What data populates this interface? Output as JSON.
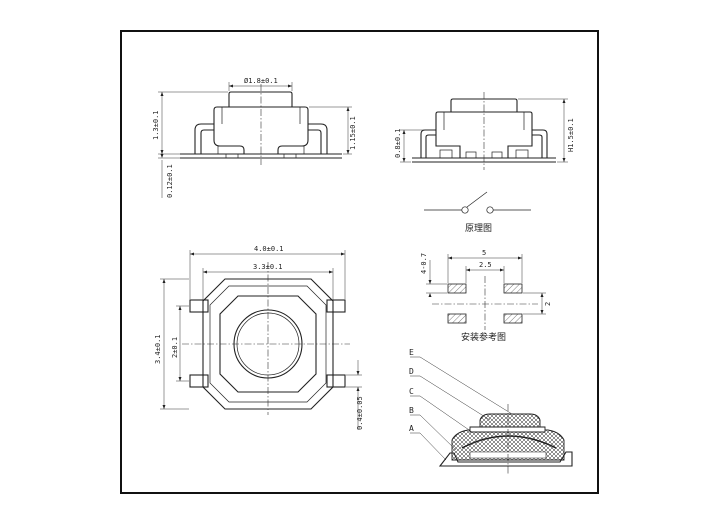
{
  "dimensions": {
    "side_button_dia": "Ø1.8±0.1",
    "side_total_height": "1.3±0.1",
    "side_body_height": "1.15±0.1",
    "side_terminal_thickness": "0.12±0.1",
    "right_body_height": "0.8±0.1",
    "right_total_height": "H1.5±0.1",
    "top_width": "4.0±0.1",
    "top_inner_width": "3.3±0.1",
    "top_height": "3.4±0.1",
    "top_pin_pitch": "2±0.1",
    "top_pin_width": "0.4±0.05",
    "pad_pitch": "5",
    "pad_inner": "2.5",
    "pad_width": "4-0.7",
    "pad_vertical": "2"
  },
  "captions": {
    "schematic": "原理图",
    "pad_layout": "安装参考图"
  },
  "section_labels": [
    "E",
    "D",
    "C",
    "B",
    "A"
  ]
}
